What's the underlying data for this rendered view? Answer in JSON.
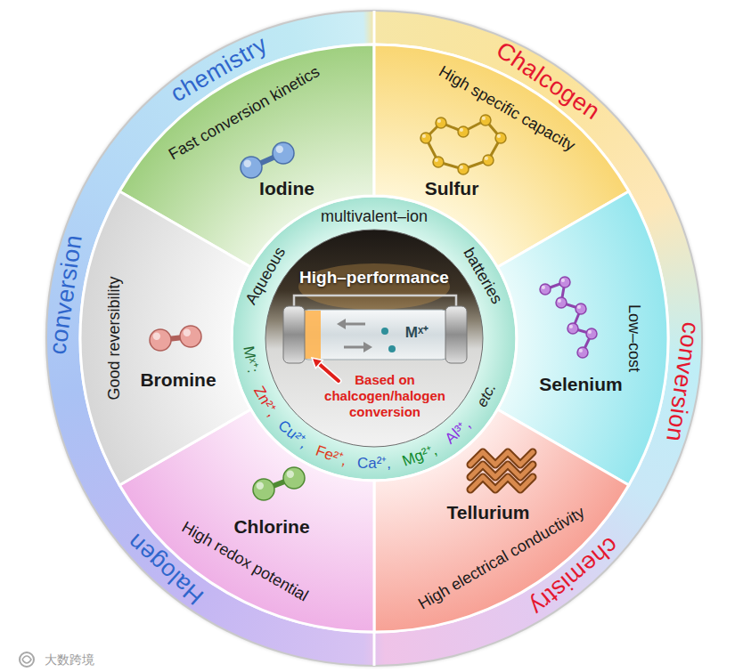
{
  "diagram": {
    "nodes": [
      {
        "text": [
          "High–performance",
          "Based on chalcogen/halogen conversion"
        ]
      },
      {
        "text": [
          "Fast conversion kinetics",
          "Iodine"
        ]
      },
      {
        "text": [
          "High specific capacity",
          "Sulfur"
        ]
      },
      {
        "text": [
          "Low–cost",
          "Selenium"
        ]
      },
      {
        "text": [
          "High electrical conductivity",
          "Tellurium"
        ]
      },
      {
        "text": [
          "High redox potential",
          "Chlorine"
        ]
      },
      {
        "text": [
          "Good reversibility",
          "Bromine"
        ]
      }
    ],
    "labels": [
      "Halogen",
      "conversion",
      "chemistry",
      "Chalcogen",
      "conversion",
      "chemistry",
      "Aqueous",
      "multivalent–ion",
      "batteries",
      "Mˣ⁺:",
      "Zn²⁺,",
      "Cu²⁺,",
      "Fe²⁺,",
      "Ca²⁺,",
      "Mg²⁺,",
      "Al³⁺,",
      "etc.",
      "Mˣ⁺",
      "大数跨境"
    ]
  }
}
